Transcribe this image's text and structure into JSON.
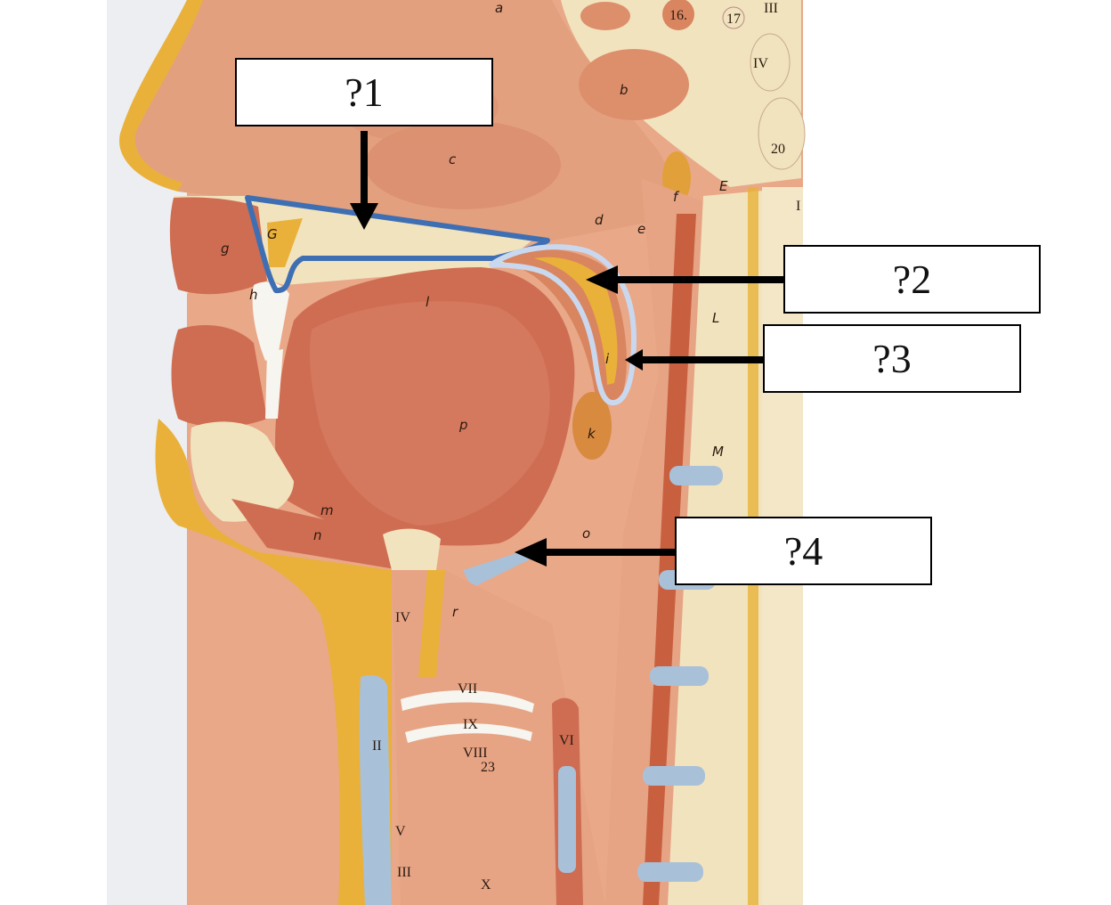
{
  "callouts": [
    {
      "id": 1,
      "label": "?1"
    },
    {
      "id": 2,
      "label": "?2"
    },
    {
      "id": 3,
      "label": "?3"
    },
    {
      "id": 4,
      "label": "?4"
    }
  ],
  "model_letters": [
    "a",
    "b",
    "c",
    "d",
    "e",
    "f",
    "G",
    "g",
    "h",
    "i",
    "k",
    "l",
    "p",
    "m",
    "n",
    "o",
    "r",
    "E",
    "L",
    "M"
  ],
  "model_numerals": [
    "16.",
    "17",
    "III",
    "IV",
    "20",
    "I",
    "IV",
    "VII",
    "IX",
    "VIII",
    "II",
    "V",
    "III",
    "VI",
    "X",
    "23"
  ],
  "colors": {
    "muscle": "#d6785e",
    "mucosa": "#e9a88a",
    "bone": "#f1e3be",
    "fat_yellow": "#e9b13a",
    "cartilage_blue": "#a9c0d9",
    "highlight_dark_blue": "#3f6fb3",
    "highlight_light_blue": "#c9d8ee"
  }
}
